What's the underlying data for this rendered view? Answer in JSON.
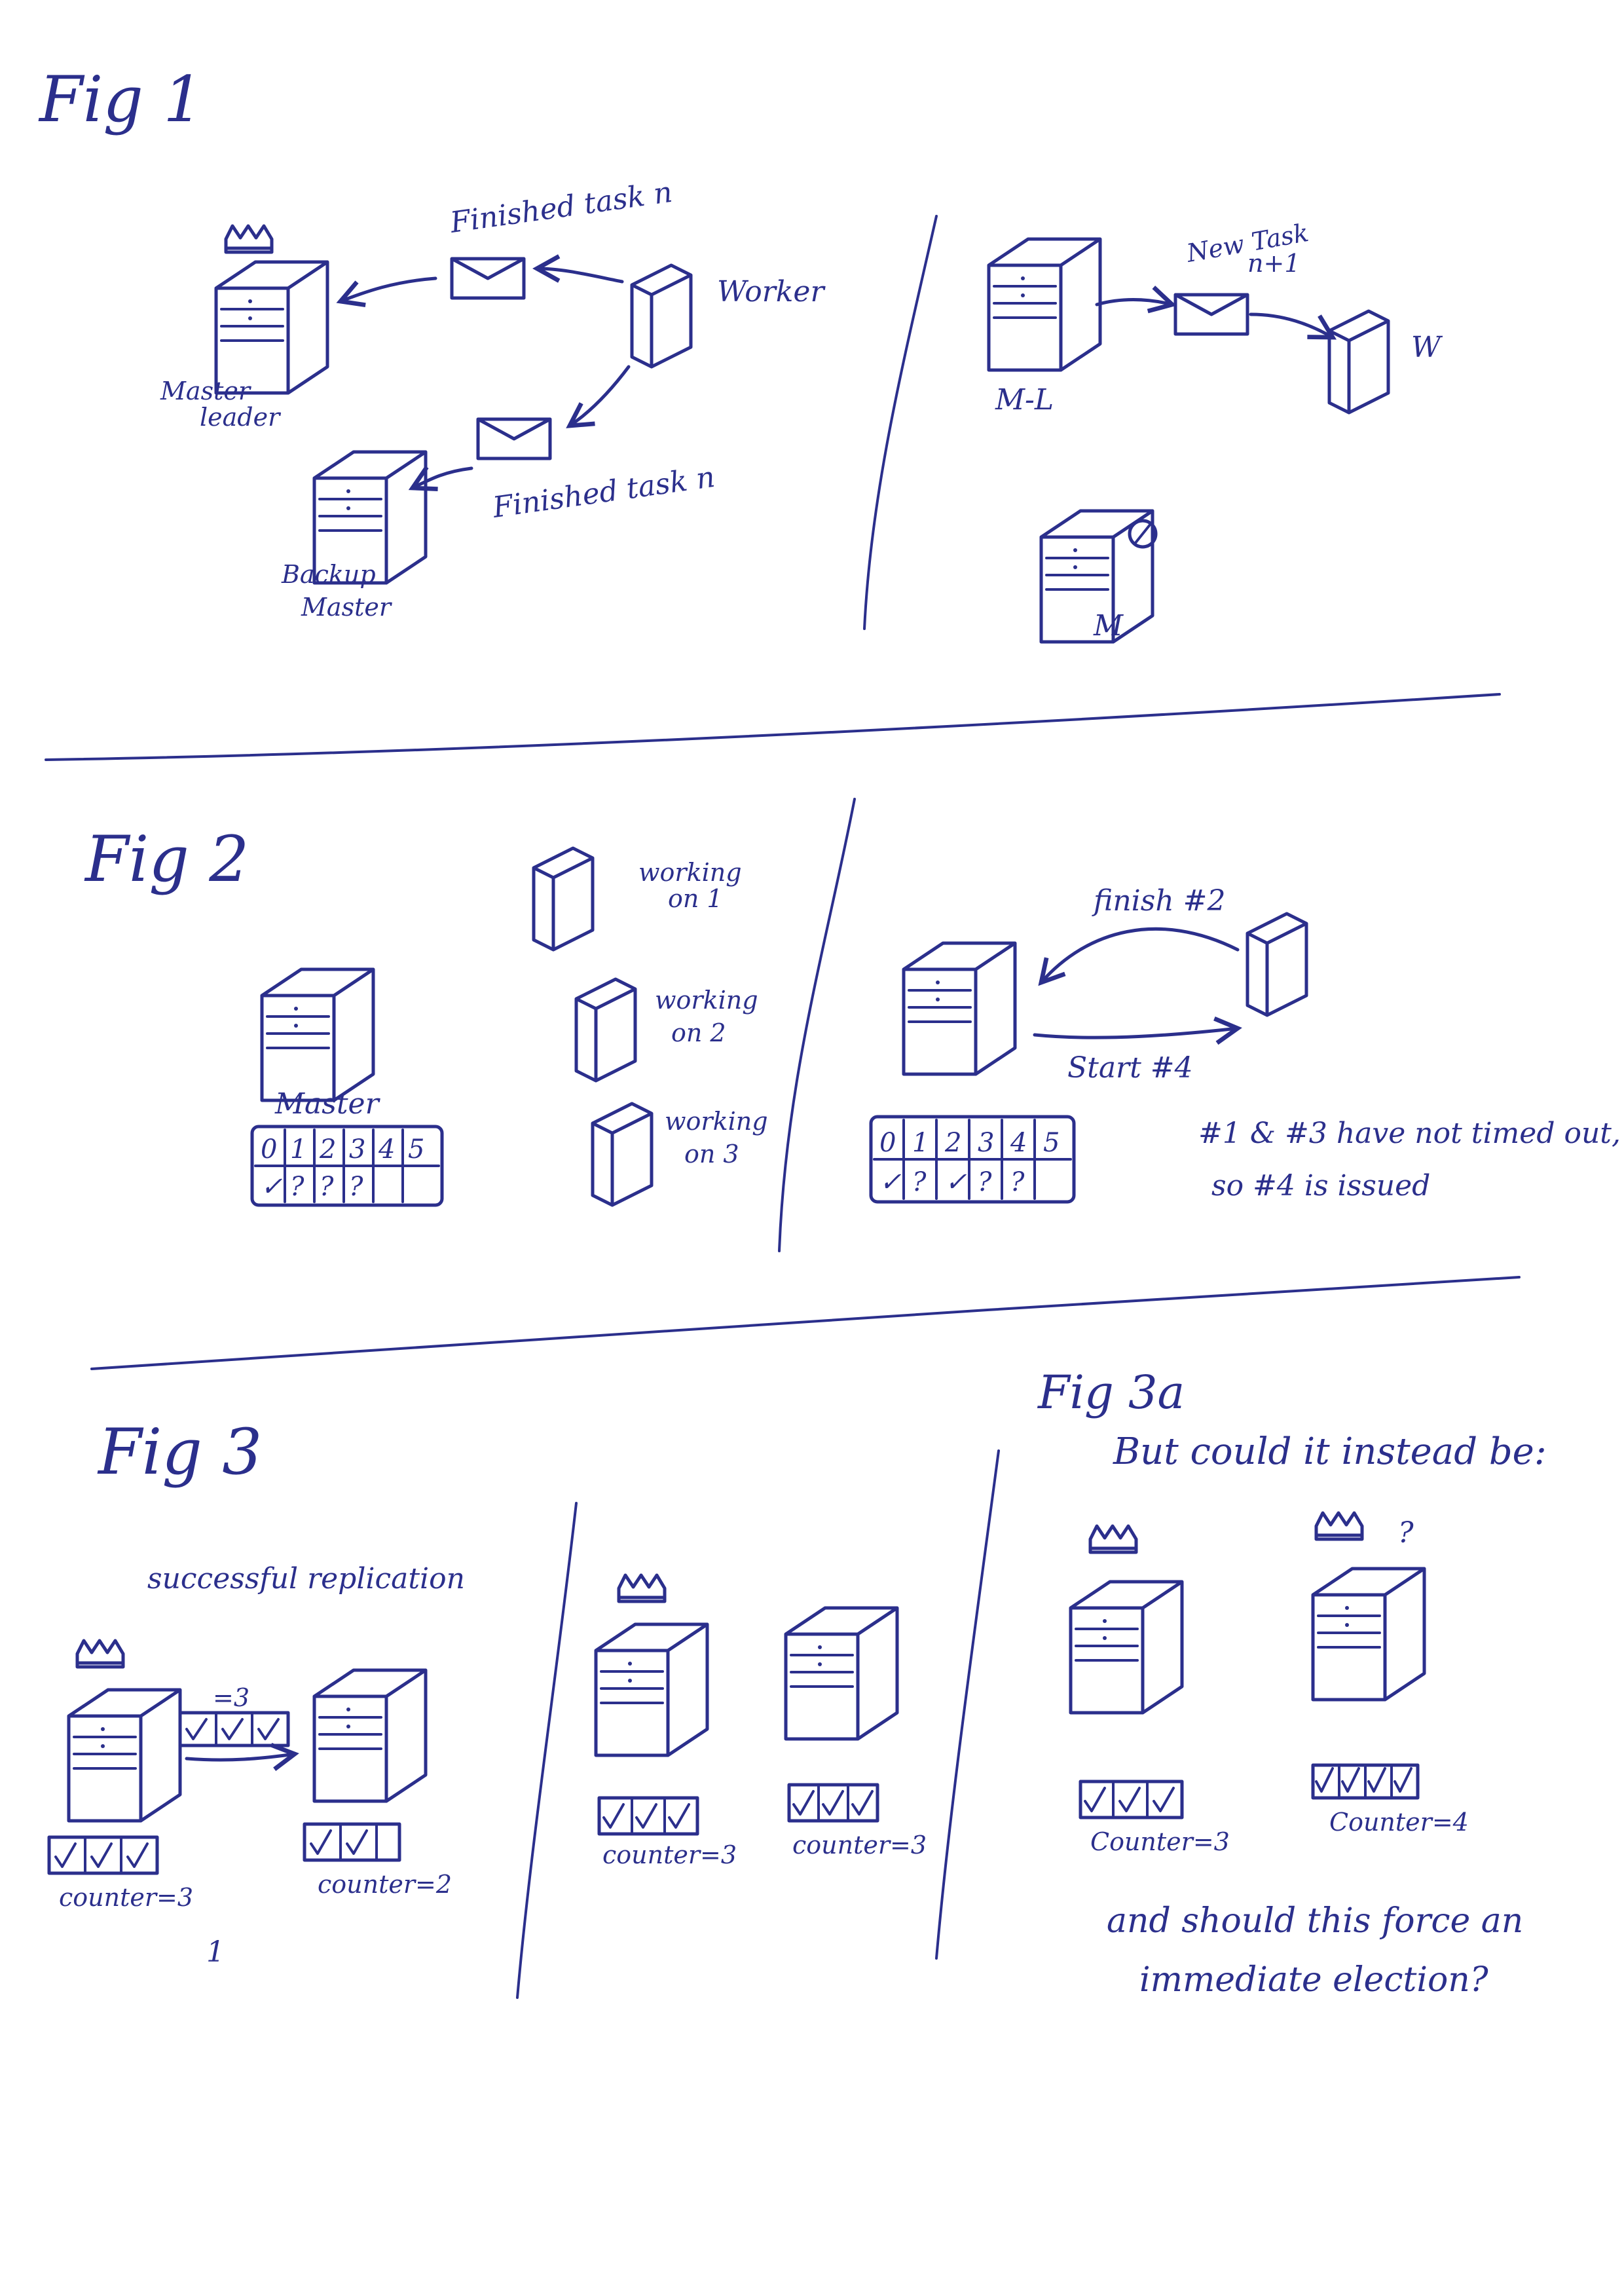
{
  "fig1": {
    "title": "Fig 1",
    "msg_top": "Finished task n",
    "msg_bottom": "Finished task n",
    "worker": "Worker",
    "master_leader": [
      "Master -",
      "leader"
    ],
    "backup_master": [
      "Backup",
      "Master"
    ],
    "new_task": [
      "New Task",
      "n+1"
    ],
    "ml": "M-L",
    "w": "W",
    "m": "M"
  },
  "fig2": {
    "title": "Fig 2",
    "master": "Master",
    "working1": [
      "working",
      "on 1"
    ],
    "working2": [
      "working",
      "on 2"
    ],
    "working3": [
      "working",
      "on 3"
    ],
    "finish": "finish #2",
    "start": "Start #4",
    "note": [
      "#1 & #3 have not timed out,",
      "so #4 is issued"
    ],
    "table_left": {
      "header": [
        "0",
        "1",
        "2",
        "3",
        "4",
        "5"
      ],
      "status": [
        "✓",
        "?",
        "?",
        "?",
        "",
        ""
      ]
    },
    "table_right": {
      "header": [
        "0",
        "1",
        "2",
        "3",
        "4",
        "5"
      ],
      "status": [
        "✓",
        "?",
        "✓",
        "?",
        "?",
        ""
      ]
    }
  },
  "fig3": {
    "title": "Fig 3",
    "subtitle": "successful replication",
    "eq3": "=3",
    "counter_a": "counter=3",
    "counter_b": "counter=2",
    "mark": "1",
    "counter_c": "counter=3",
    "counter_d": "counter=3"
  },
  "fig3a": {
    "title": "Fig 3a",
    "subtitle": "But could it instead be:",
    "q": "?",
    "counter_a": "Counter=3",
    "counter_b": "Counter=4",
    "question": [
      "and should this force an",
      "immediate election?"
    ]
  }
}
